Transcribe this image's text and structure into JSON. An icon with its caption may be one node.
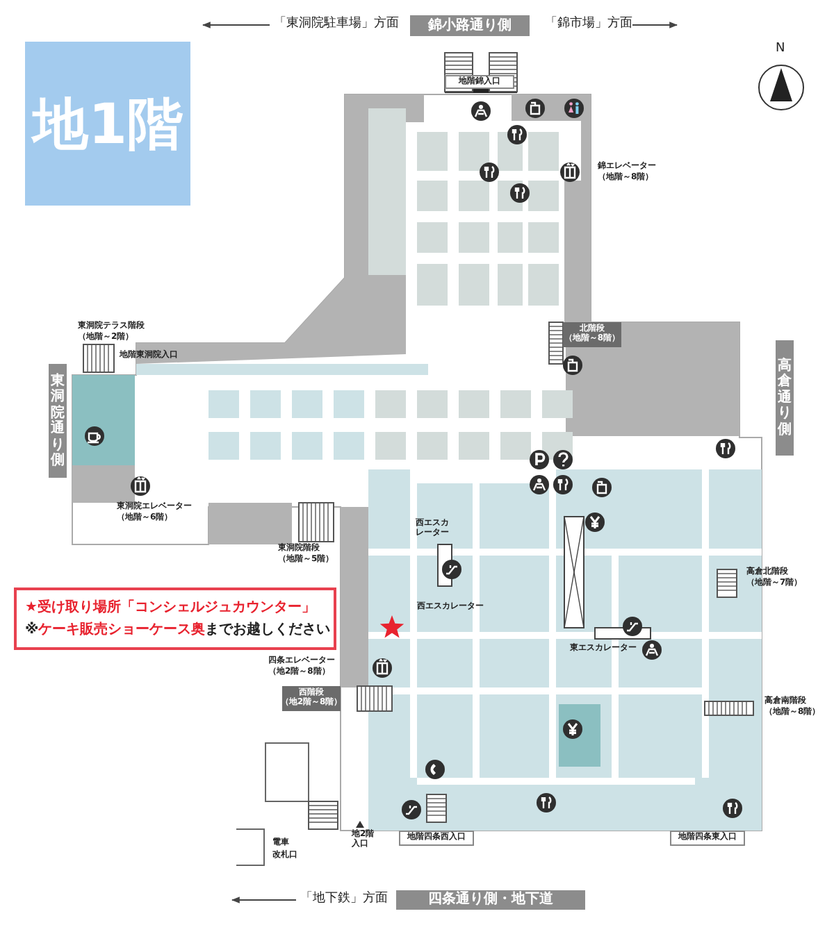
{
  "diagram": {
    "title": "地1階",
    "nodes": [
      {
        "text": [
          "錦小路通り側"
        ]
      },
      {
        "text": [
          "地階錦入口"
        ]
      },
      {
        "text": [
          "北階段",
          "（地階～8階）"
        ]
      },
      {
        "text": [
          "高倉通り側"
        ]
      },
      {
        "text": [
          "東洞院通り側"
        ]
      },
      {
        "text": [
          "★受け取り場所「コンシェルジュカウンター」",
          "※**ケーキ販売ショーケース奥**までお越しください"
        ]
      },
      {
        "text": [
          "西階段",
          "（地2階～8階）"
        ]
      },
      {
        "text": [
          "地階四条西入口"
        ]
      },
      {
        "text": [
          "地階四条東入口"
        ]
      },
      {
        "text": [
          "四条通り側・地下道"
        ]
      }
    ],
    "labels": [
      "「東洞院駐車場」方面",
      "「錦市場」方面",
      "N",
      "錦エレベーター",
      "（地階～8階）",
      "東洞院テラス階段",
      "（地階～2階）",
      "地階東洞院入口",
      "東洞院エレベーター",
      "（地階～6階）",
      "西エスカレーター",
      "東洞院階段",
      "（地階～5階）",
      "高倉北階段",
      "（地階～7階）",
      "西エスカレーター",
      "東エスカレーター",
      "四条エレベーター",
      "（地2階～8階）",
      "高倉南階段",
      "（地階～8階）",
      "地2階入口",
      "電車",
      "改札口",
      "「地下鉄」方面"
    ]
  }
}
